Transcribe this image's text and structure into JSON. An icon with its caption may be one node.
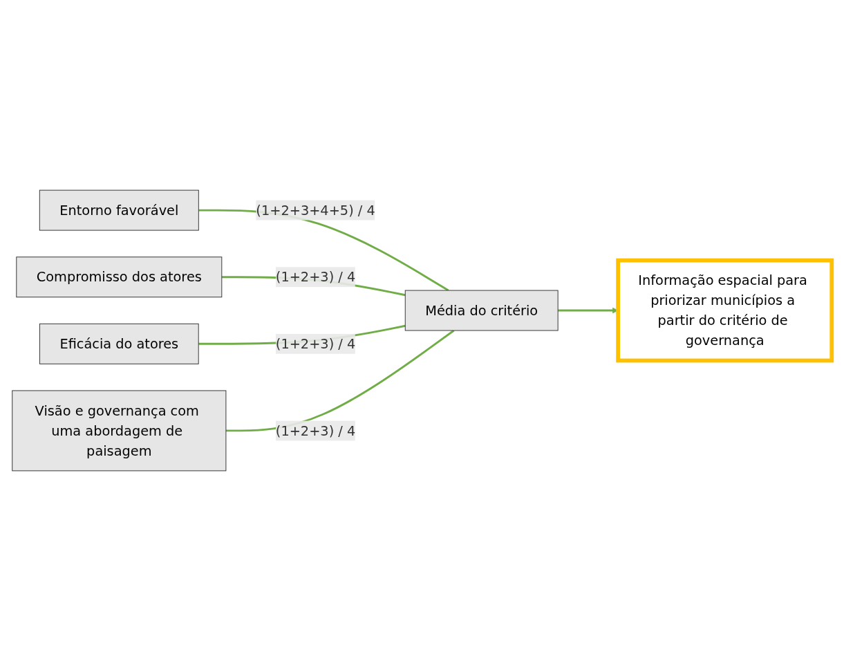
{
  "diagram": {
    "nodes": [
      {
        "text": [
          "Entorno favorável"
        ]
      },
      {
        "text": [
          "Compromisso dos atores"
        ]
      },
      {
        "text": [
          "Eficácia do atores"
        ]
      },
      {
        "text": [
          "Visão e governança com uma abordagem de paisagem"
        ]
      },
      {
        "text": [
          "Média do critério"
        ]
      },
      {
        "text": [
          "Informação espacial para priorizar municípios a partir do critério de governança"
        ]
      }
    ],
    "edges": [
      {
        "from": 0,
        "to": 4,
        "arrow": "none",
        "label": "(1+2+3+4+5) / 4"
      },
      {
        "from": 1,
        "to": 4,
        "arrow": "none",
        "label": "(1+2+3) / 4"
      },
      {
        "from": 2,
        "to": 4,
        "arrow": "none",
        "label": "(1+2+3) / 4"
      },
      {
        "from": 3,
        "to": 4,
        "arrow": "none",
        "label": "(1+2+3) / 4"
      },
      {
        "from": 4,
        "to": 5,
        "arrow": "to"
      }
    ]
  }
}
